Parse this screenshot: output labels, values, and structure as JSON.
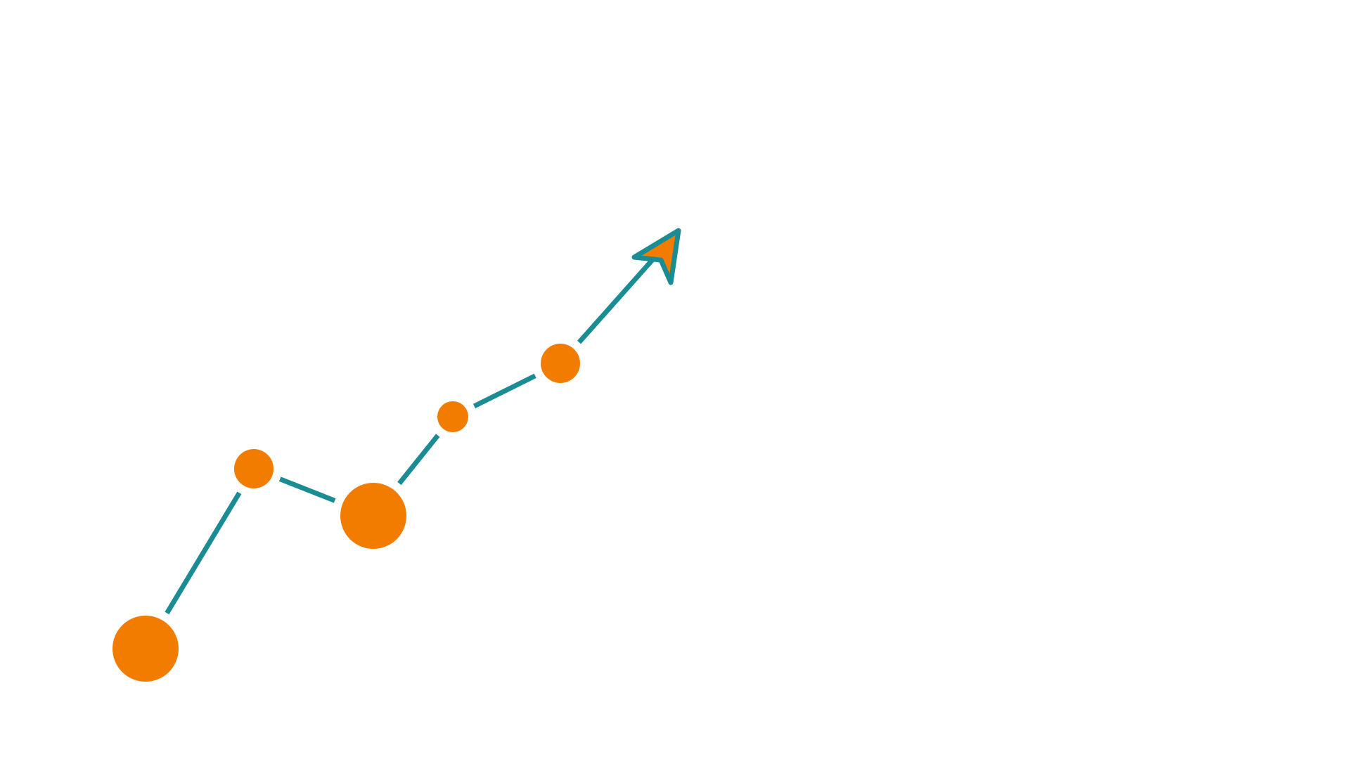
{
  "diagram": {
    "type": "trend-arrow-icon",
    "colors": {
      "background": "#ffffff",
      "line": "#1a8c93",
      "node": "#f27c00",
      "arrow_fill": "#f27c00",
      "arrow_stroke": "#1a8c93"
    },
    "nodes": [
      {
        "id": "node-1",
        "size": "large"
      },
      {
        "id": "node-2",
        "size": "medium"
      },
      {
        "id": "node-3",
        "size": "large"
      },
      {
        "id": "node-4",
        "size": "small"
      },
      {
        "id": "node-5",
        "size": "medium"
      }
    ],
    "arrow": {
      "direction": "up-right",
      "icon": "arrowhead-icon"
    }
  }
}
